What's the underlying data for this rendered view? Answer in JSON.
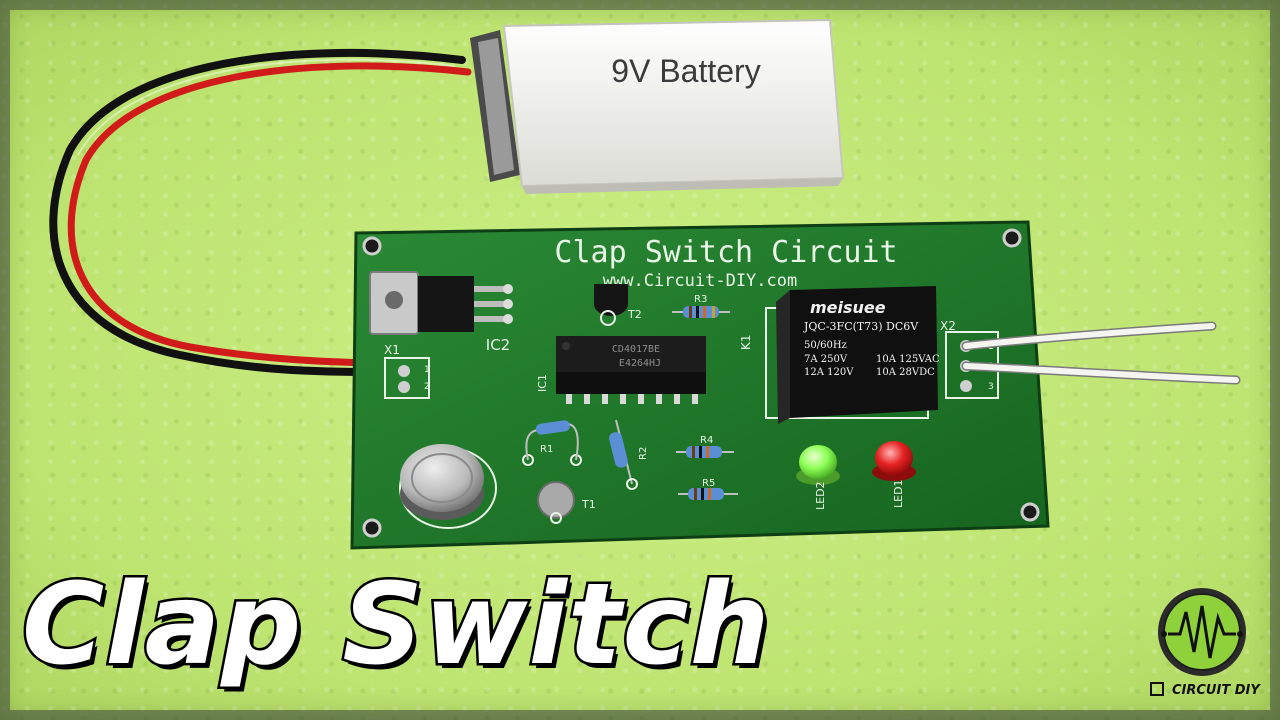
{
  "scene": {
    "title_overlay": "Clap Switch",
    "battery_label": "9V Battery",
    "pcb": {
      "title": "Clap Switch Circuit",
      "url": "www.Circuit-DIY.com",
      "labels": {
        "ic2": "IC2",
        "ic1": "IC1",
        "x1": "X1",
        "x2": "X2",
        "k1": "K1",
        "t1": "T1",
        "t2": "T2",
        "r1": "R1",
        "r2": "R2",
        "r3": "R3",
        "r4": "R4",
        "r5": "R5",
        "led1": "LED1",
        "led2": "LED2",
        "pin1": "1",
        "pin2": "2",
        "pin3": "3"
      },
      "chip": {
        "line1": "CD4017BE",
        "line2": "E4264HJ"
      },
      "relay": {
        "brand": "meisuee",
        "model": "JQC-3FC(T73) DC6V",
        "freq": "50/60Hz",
        "rating_ac1": "7A 250V",
        "rating_ac2": "12A 120V",
        "rating_r1": "10A 125VAC",
        "rating_r2": "10A 28VDC"
      }
    },
    "brand": "CIRCUIT DIY",
    "colors": {
      "background": "#c4ea7a",
      "pcb": "#1f7a2c",
      "battery": "#f1f1ee",
      "led_green": "#7cff4a",
      "led_red": "#e01b1b",
      "relay": "#101010"
    }
  }
}
